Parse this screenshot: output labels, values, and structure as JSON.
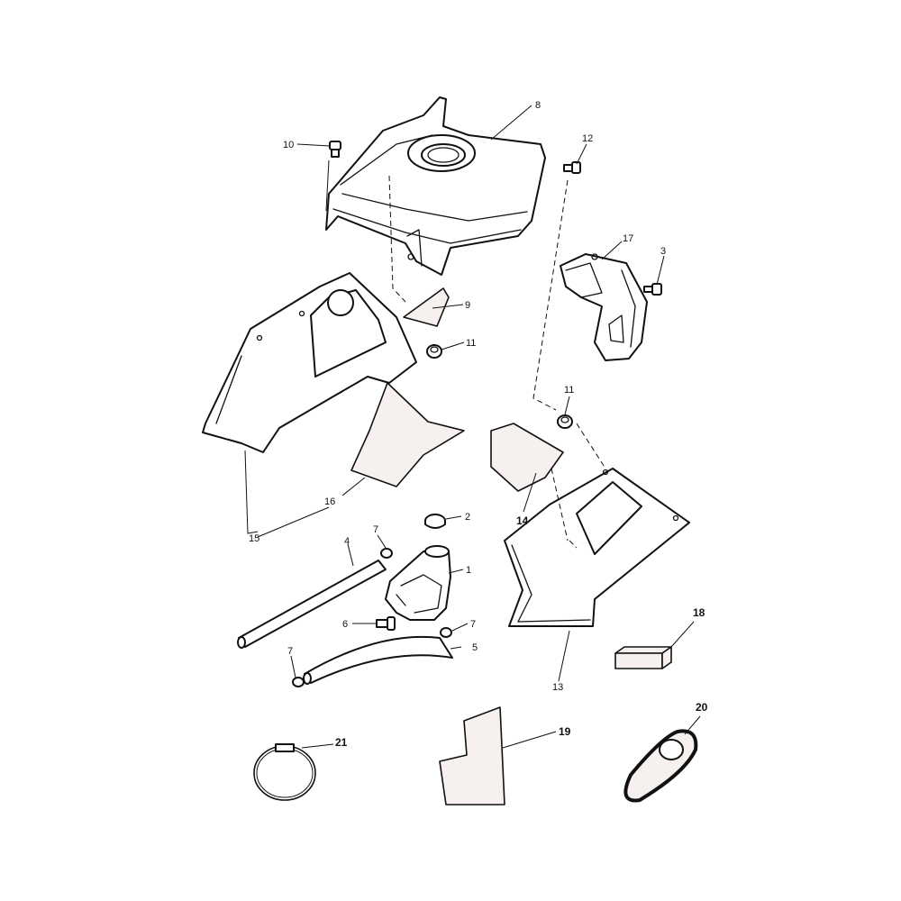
{
  "callouts": {
    "c1": "1",
    "c2": "2",
    "c3": "3",
    "c4": "4",
    "c5": "5",
    "c6": "6",
    "c7a": "7",
    "c7b": "7",
    "c7c": "7",
    "c8": "8",
    "c9": "9",
    "c10": "10",
    "c11a": "11",
    "c11b": "11",
    "c12": "12",
    "c13": "13",
    "c14": "14",
    "c15": "15",
    "c16": "16",
    "c17": "17",
    "c18": "18",
    "c19": "19",
    "c20": "20",
    "c21": "21"
  }
}
